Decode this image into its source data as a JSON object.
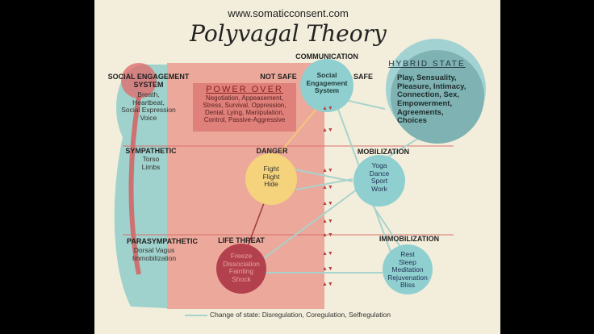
{
  "url": "www.somaticconsent.com",
  "title": "Polyvagal Theory",
  "labels": {
    "communication": "COMMUNICATION",
    "not_safe": "NOT SAFE",
    "safe": "SAFE",
    "danger": "DANGER",
    "mobilization": "MOBILIZATION",
    "life_threat": "LIFE THREAT",
    "immobilization": "IMMOBILIZATION"
  },
  "systems": {
    "ses_title": "SOCIAL ENGAGEMENT SYSTEM",
    "ses_items": "Breath,\nHeartbeat,\nSocial Expression\nVoice",
    "symp_title": "SYMPATHETIC",
    "symp_items": "Torso\nLimbs",
    "para_title": "PARASYMPATHETIC",
    "para_items": "Dorsal Vagus\nImmobilization"
  },
  "power_over": {
    "title": "POWER OVER",
    "text": "Negotiation, Appeasement,\nStress, Survival, Oppression,\nDenial, Lying, Manipulation,\nControl, Passive-Aggressive"
  },
  "hybrid": {
    "title": "HYBRID STATE",
    "text": "Play, Sensuality,\nPleasure, Intimacy,\nConnection, Sex,\nEmpowerment,\nAgreements,\nChoices"
  },
  "circles": {
    "ses": "Social\nEngagement\nSystem",
    "fight": "Fight\nFlight\nHide",
    "mob": "Yoga\nDance\nSport\nWork",
    "freeze": "Freeze\nDissociation\nFainting\nShock",
    "rest": "Rest\nSleep\nMeditation\nRejuvenation\nBliss"
  },
  "legend": "Change of state: Disregulation, Coregulation,  Selfregulation",
  "colors": {
    "bg": "#f3eedb",
    "pink": "#eba89b",
    "teal": "#8fcfcf",
    "hybrid": "#7fb3b3",
    "yellow": "#f5d37c",
    "darkred": "#b3414d"
  }
}
